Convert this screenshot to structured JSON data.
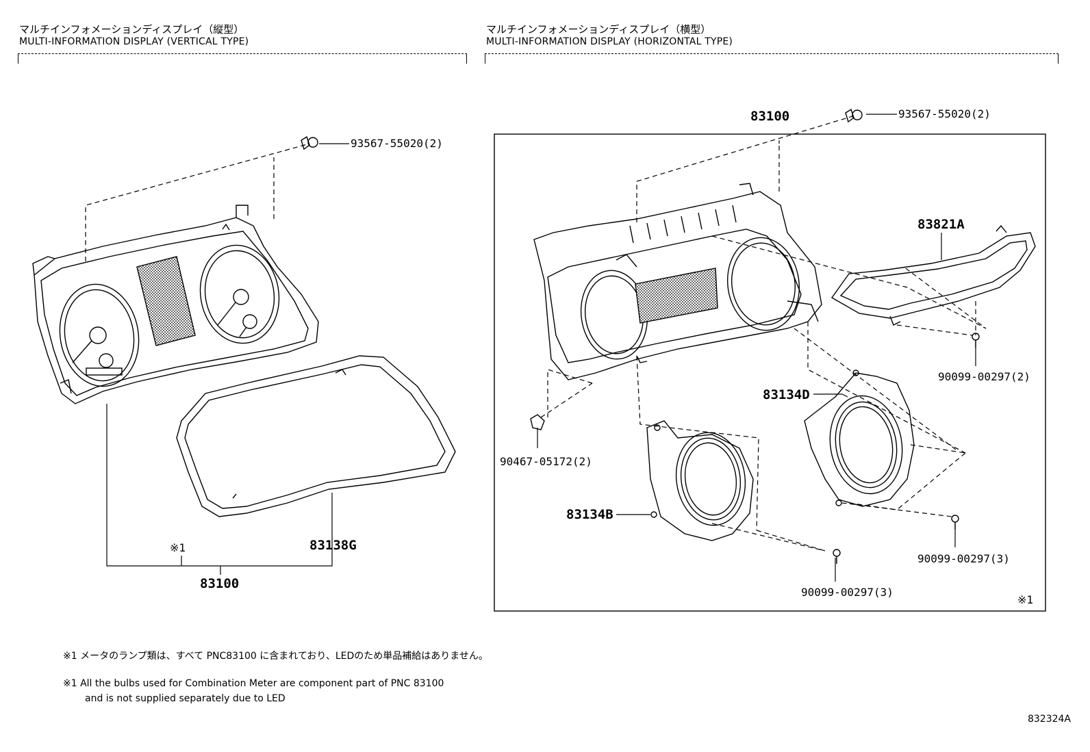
{
  "headers": {
    "vertical": {
      "jp": "マルチインフォメーションディスプレイ（縦型）",
      "en": "MULTI-INFORMATION DISPLAY (VERTICAL TYPE)"
    },
    "horizontal": {
      "jp": "マルチインフォメーションディスプレイ（横型）",
      "en": "MULTI-INFORMATION DISPLAY (HORIZONTAL TYPE)"
    }
  },
  "left_parts": {
    "screw": "93567-55020(2)",
    "glass": "83138G",
    "assembly": "83100",
    "note_mark": "※1"
  },
  "right_parts": {
    "assembly": "83100",
    "screw_top": "93567-55020(2)",
    "bracket": "83821A",
    "screw_bracket": "90099-00297(2)",
    "ring_d": "83134D",
    "clip": "90467-05172(2)",
    "ring_b": "83134B",
    "screw_d": "90099-00297(3)",
    "screw_b": "90099-00297(3)",
    "note_mark": "※1"
  },
  "notes": {
    "jp": "※1 メータのランプ類は、すべて PNC83100 に含まれており、LEDのため単品補給はありません。",
    "en_line1": "※1 All the bulbs used for Combination Meter are component part of PNC 83100",
    "en_line2": "and is not supplied separately due to LED"
  },
  "ref_code": "832324A"
}
